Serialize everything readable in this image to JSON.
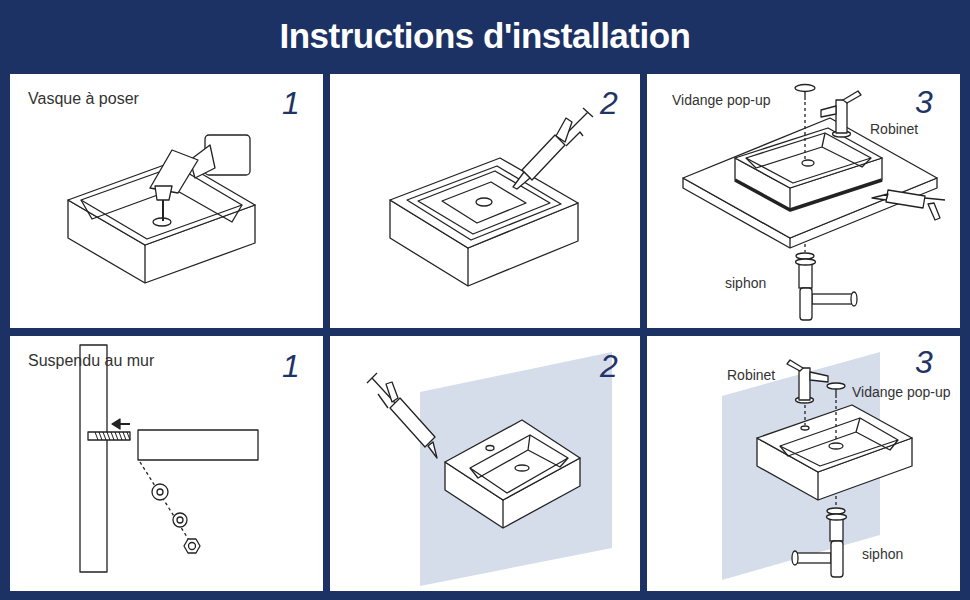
{
  "diagram": {
    "title": "Instructions d'installation",
    "nodes": [
      {
        "text": [
          "Vasque à poser",
          "1"
        ]
      },
      {
        "text": [
          "2"
        ]
      },
      {
        "text": [
          "Vidange pop-up",
          "3",
          "Robinet",
          "siphon"
        ]
      },
      {
        "text": [
          "Suspendu au mur",
          "1"
        ]
      },
      {
        "text": [
          "2"
        ]
      },
      {
        "text": [
          "Robinet",
          "3",
          "Vidange pop-up",
          "siphon"
        ]
      }
    ]
  }
}
